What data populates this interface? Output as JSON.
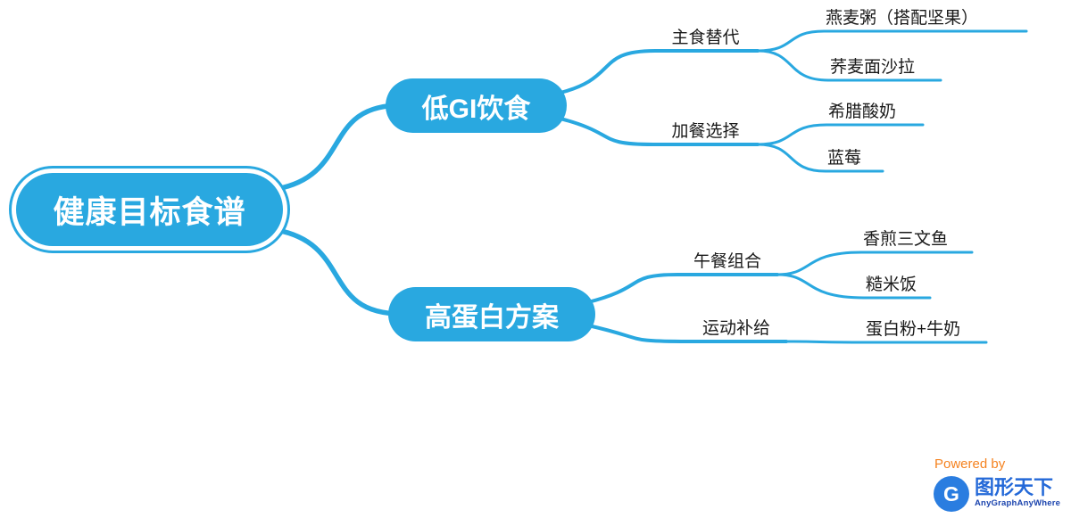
{
  "root": {
    "label": "健康目标食谱"
  },
  "branches": [
    {
      "label": "低GI饮食",
      "children": [
        {
          "label": "主食替代",
          "children": [
            {
              "label": "燕麦粥（搭配坚果）"
            },
            {
              "label": "荞麦面沙拉"
            }
          ]
        },
        {
          "label": "加餐选择",
          "children": [
            {
              "label": "希腊酸奶"
            },
            {
              "label": "蓝莓"
            }
          ]
        }
      ]
    },
    {
      "label": "高蛋白方案",
      "children": [
        {
          "label": "午餐组合",
          "children": [
            {
              "label": "香煎三文鱼"
            },
            {
              "label": "糙米饭"
            }
          ]
        },
        {
          "label": "运动补给",
          "children": [
            {
              "label": "蛋白粉+牛奶"
            }
          ]
        }
      ]
    }
  ],
  "watermark": {
    "powered_by": "Powered by",
    "brand": "图形天下",
    "subtitle": "AnyGraphAnyWhere",
    "logo_letter": "G"
  },
  "colors": {
    "primary": "#29A8E0",
    "accent": "#F5821F",
    "brand": "#2469D8",
    "brand-dark": "#1B44AE"
  }
}
